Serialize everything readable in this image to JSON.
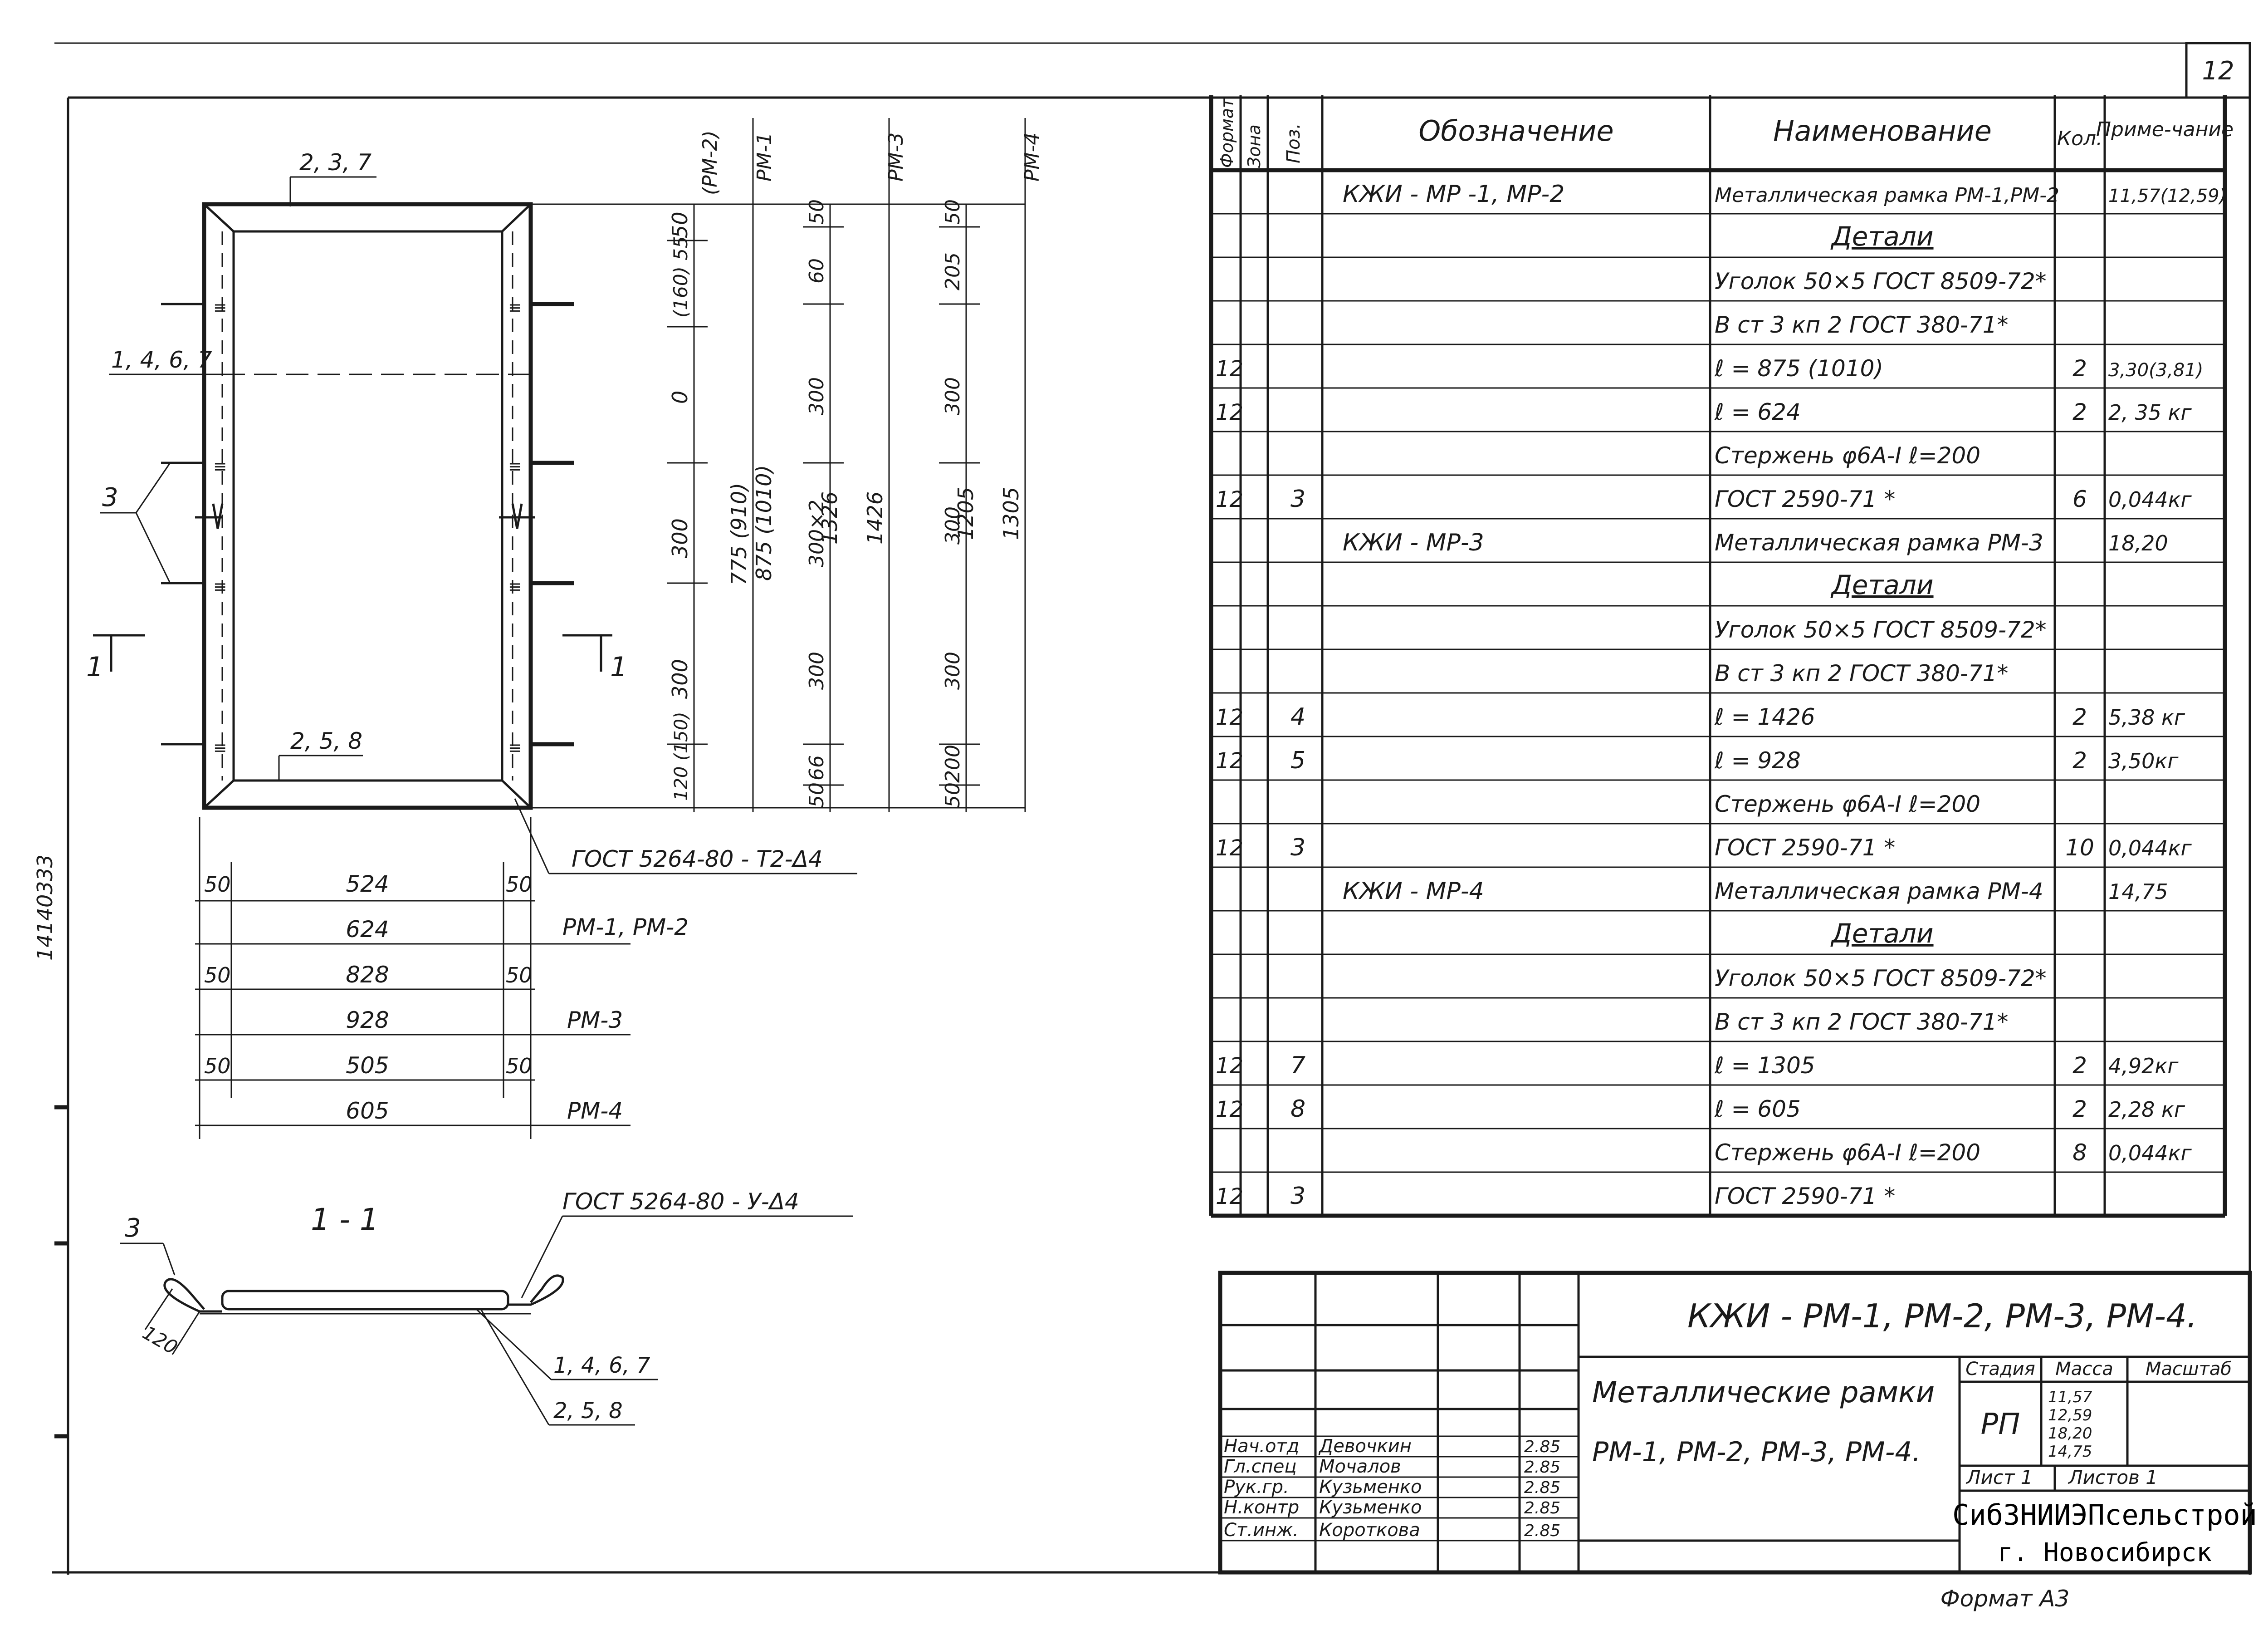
{
  "sheet_number": "12",
  "format_label": "Формат А3",
  "left_margin_text": "14140333",
  "drawing": {
    "positions": {
      "top": "2, 3, 7",
      "left_angle": "1, 4, 6, 7",
      "rods": "3",
      "bottom": "2, 5, 8"
    },
    "section_marks": {
      "left": "1",
      "right": "1"
    },
    "weld_top": "ГОСТ 5264-80 - Т2-Δ4",
    "weld_section": "ГОСТ 5264-80 - У-Δ4",
    "section_title": "1 - 1",
    "section_pos_rod": "3",
    "section_dim": "120",
    "section_pos_angle": "1, 4, 6, 7",
    "section_pos_bottom": "2, 5, 8",
    "vertical_dims": {
      "c1": [
        "50",
        "(160) 55",
        "0",
        "300",
        "300",
        "120 (150)"
      ],
      "c1_labels": [
        "(РМ-2)",
        "775 (910)"
      ],
      "c2": [
        "РМ-1",
        "875 (1010)"
      ],
      "c3": [
        "50",
        "60",
        "300",
        "300×2",
        "300",
        "66",
        "50"
      ],
      "c4": [
        "РМ-3",
        "1326",
        "1426"
      ],
      "c5": [
        "50",
        "205",
        "300",
        "300",
        "300",
        "200",
        "50"
      ],
      "c6": [
        "РМ-4",
        "1205",
        "1305"
      ]
    },
    "horizontal_dims": [
      {
        "left": "50",
        "mid": "524",
        "right": "50",
        "label": ""
      },
      {
        "left": "",
        "mid": "624",
        "right": "",
        "label": "РМ-1, РМ-2"
      },
      {
        "left": "50",
        "mid": "828",
        "right": "50",
        "label": ""
      },
      {
        "left": "",
        "mid": "928",
        "right": "",
        "label": "РМ-3"
      },
      {
        "left": "50",
        "mid": "505",
        "right": "50",
        "label": ""
      },
      {
        "left": "",
        "mid": "605",
        "right": "",
        "label": "РМ-4"
      }
    ]
  },
  "spec_table": {
    "headers": [
      "Формат",
      "Зона",
      "Поз.",
      "Обозначение",
      "Наименование",
      "Кол.",
      "Приме-чание"
    ],
    "rows": [
      [
        "",
        "",
        "",
        "КЖИ - МР -1, МР-2",
        "Металлическая рамка РМ-1,РМ-2",
        "",
        "11,57(12,59)"
      ],
      [
        "",
        "",
        "",
        "",
        "Детали",
        "",
        ""
      ],
      [
        "",
        "",
        "",
        "",
        "Уголок 50×5 ГОСТ 8509-72*",
        "",
        ""
      ],
      [
        "",
        "",
        "",
        "",
        "В ст 3 кп 2 ГОСТ 380-71*",
        "",
        ""
      ],
      [
        "12",
        "",
        "",
        "",
        "ℓ = 875 (1010)",
        "2",
        "3,30(3,81)"
      ],
      [
        "12",
        "",
        "",
        "",
        "ℓ = 624",
        "2",
        "2, 35 кг"
      ],
      [
        "",
        "",
        "",
        "",
        "Стержень φ6А-I ℓ=200",
        "",
        ""
      ],
      [
        "12",
        "",
        "3",
        "",
        "ГОСТ 2590-71 *",
        "6",
        "0,044кг"
      ],
      [
        "",
        "",
        "",
        "КЖИ - МР-3",
        "Металлическая рамка РМ-3",
        "",
        "18,20"
      ],
      [
        "",
        "",
        "",
        "",
        "Детали",
        "",
        ""
      ],
      [
        "",
        "",
        "",
        "",
        "Уголок 50×5 ГОСТ 8509-72*",
        "",
        ""
      ],
      [
        "",
        "",
        "",
        "",
        "В ст 3 кп 2 ГОСТ 380-71*",
        "",
        ""
      ],
      [
        "12",
        "",
        "4",
        "",
        "ℓ = 1426",
        "2",
        "5,38 кг"
      ],
      [
        "12",
        "",
        "5",
        "",
        "ℓ = 928",
        "2",
        "3,50кг"
      ],
      [
        "",
        "",
        "",
        "",
        "Стержень φ6А-I ℓ=200",
        "",
        ""
      ],
      [
        "12",
        "",
        "3",
        "",
        "ГОСТ 2590-71 *",
        "10",
        "0,044кг"
      ],
      [
        "",
        "",
        "",
        "КЖИ - МР-4",
        "Металлическая рамка РМ-4",
        "",
        "14,75"
      ],
      [
        "",
        "",
        "",
        "",
        "Детали",
        "",
        ""
      ],
      [
        "",
        "",
        "",
        "",
        "Уголок 50×5 ГОСТ 8509-72*",
        "",
        ""
      ],
      [
        "",
        "",
        "",
        "",
        "В ст 3 кп 2 ГОСТ 380-71*",
        "",
        ""
      ],
      [
        "12",
        "",
        "7",
        "",
        "ℓ = 1305",
        "2",
        "4,92кг"
      ],
      [
        "12",
        "",
        "8",
        "",
        "ℓ = 605",
        "2",
        "2,28 кг"
      ],
      [
        "",
        "",
        "",
        "",
        "Стержень φ6А-I ℓ=200",
        "8",
        "0,044кг"
      ],
      [
        "12",
        "",
        "3",
        "",
        "ГОСТ 2590-71 *",
        "",
        ""
      ]
    ]
  },
  "title_block": {
    "code": "КЖИ - РМ-1, РМ-2, РМ-3, РМ-4.",
    "name_line1": "Металлические рамки",
    "name_line2": "РМ-1, РМ-2, РМ-3, РМ-4.",
    "stage_header": "Стадия",
    "mass_header": "Масса",
    "scale_header": "Масштаб",
    "stage": "РП",
    "masses": [
      "11,57",
      "12,59",
      "18,20",
      "14,75"
    ],
    "sheet": "Лист 1",
    "sheets": "Листов 1",
    "org_line1": "СибЗНИИЭПсельстрой",
    "org_line2": "г. Новосибирск",
    "staff": [
      {
        "role": "Нач.отд",
        "name": "Девочкин",
        "date": "2.85"
      },
      {
        "role": "Гл.спец",
        "name": "Мочалов",
        "date": "2.85"
      },
      {
        "role": "Рук.гр.",
        "name": "Кузьменко",
        "date": "2.85"
      },
      {
        "role": "Н.контр",
        "name": "Кузьменко",
        "date": "2.85"
      },
      {
        "role": "Ст.инж.",
        "name": "Короткова",
        "date": "2.85"
      }
    ]
  }
}
